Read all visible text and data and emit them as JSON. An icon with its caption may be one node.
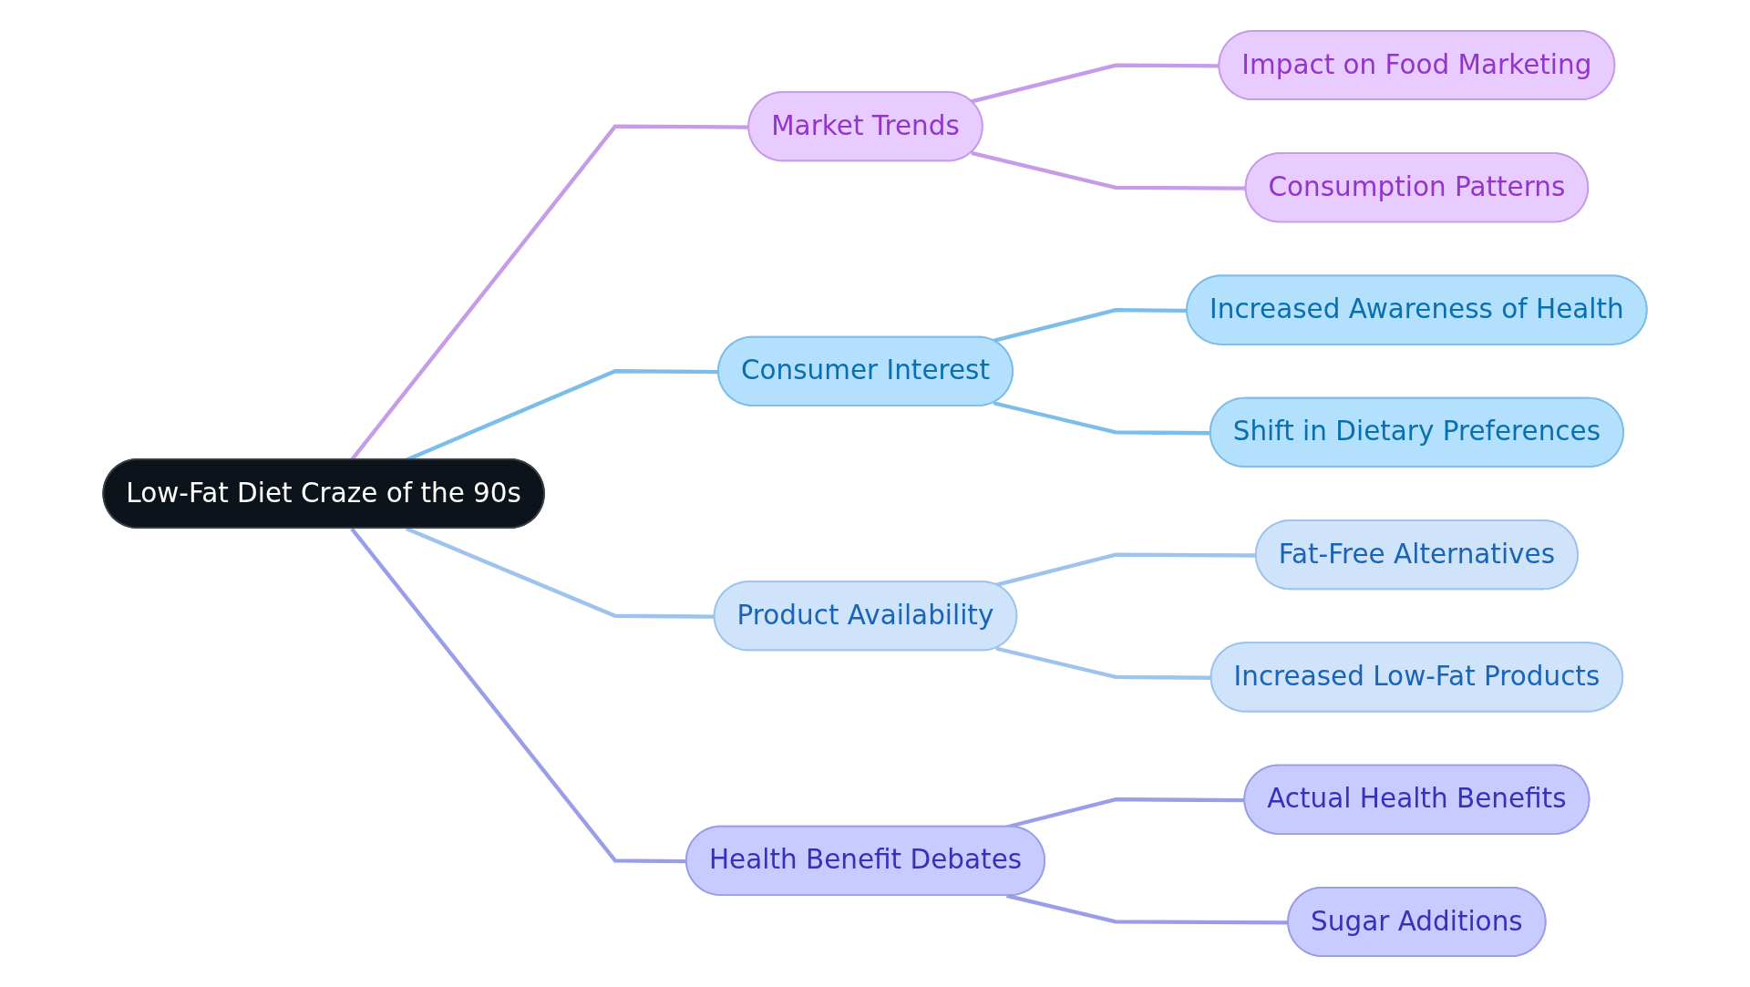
{
  "diagram": {
    "nodes": [
      {
        "text": [
          "Low-Fat Diet Craze of the 90s"
        ]
      },
      {
        "text": [
          "Market Trends"
        ]
      },
      {
        "text": [
          "Impact on Food Marketing"
        ]
      },
      {
        "text": [
          "Consumption Patterns"
        ]
      },
      {
        "text": [
          "Consumer Interest"
        ]
      },
      {
        "text": [
          "Increased Awareness of Health"
        ]
      },
      {
        "text": [
          "Shift in Dietary Preferences"
        ]
      },
      {
        "text": [
          "Product Availability"
        ]
      },
      {
        "text": [
          "Fat-Free Alternatives"
        ]
      },
      {
        "text": [
          "Increased Low-Fat Products"
        ]
      },
      {
        "text": [
          "Health Benefit Debates"
        ]
      },
      {
        "text": [
          "Actual Health Benefits"
        ]
      },
      {
        "text": [
          "Sugar Additions"
        ]
      }
    ],
    "edges": [
      {
        "from": 0,
        "to": 1,
        "arrow": "none",
        "color": "#c69be8"
      },
      {
        "from": 1,
        "to": 2,
        "arrow": "none",
        "color": "#c69be8"
      },
      {
        "from": 1,
        "to": 3,
        "arrow": "none",
        "color": "#c69be8"
      },
      {
        "from": 0,
        "to": 4,
        "arrow": "none",
        "color": "#7dbde9"
      },
      {
        "from": 4,
        "to": 5,
        "arrow": "none",
        "color": "#7dbde9"
      },
      {
        "from": 4,
        "to": 6,
        "arrow": "none",
        "color": "#7dbde9"
      },
      {
        "from": 0,
        "to": 7,
        "arrow": "none",
        "color": "#9ec3ec"
      },
      {
        "from": 7,
        "to": 8,
        "arrow": "none",
        "color": "#9ec3ec"
      },
      {
        "from": 7,
        "to": 9,
        "arrow": "none",
        "color": "#9ec3ec"
      },
      {
        "from": 0,
        "to": 10,
        "arrow": "none",
        "color": "#9a9ee8"
      },
      {
        "from": 10,
        "to": 11,
        "arrow": "none",
        "color": "#9a9ee8"
      },
      {
        "from": 10,
        "to": 12,
        "arrow": "none",
        "color": "#9a9ee8"
      }
    ]
  }
}
